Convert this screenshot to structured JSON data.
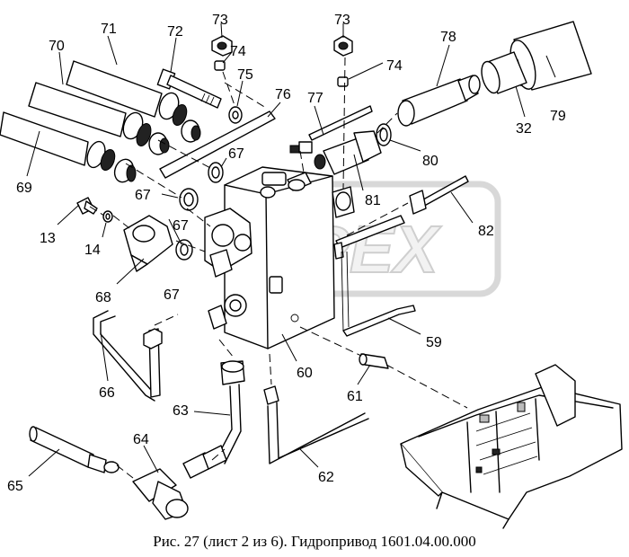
{
  "caption": "Рис. 27 (лист 2 из 6). Гидропривод 1601.04.00.000",
  "watermark": "OPEX",
  "callouts": {
    "c73a": "73",
    "c73b": "73",
    "c71": "71",
    "c72": "72",
    "c74a": "74",
    "c74b": "74",
    "c78": "78",
    "c70": "70",
    "c75": "75",
    "c76": "76",
    "c77": "77",
    "c32": "32",
    "c79": "79",
    "c80": "80",
    "c67a": "67",
    "c67b": "67",
    "c67c": "67",
    "c67d": "67",
    "c81": "81",
    "c69": "69",
    "c13": "13",
    "c82": "82",
    "c14": "14",
    "c68": "68",
    "c59": "59",
    "c66": "66",
    "c60": "60",
    "c61": "61",
    "c63": "63",
    "c64": "64",
    "c62": "62",
    "c65": "65"
  }
}
